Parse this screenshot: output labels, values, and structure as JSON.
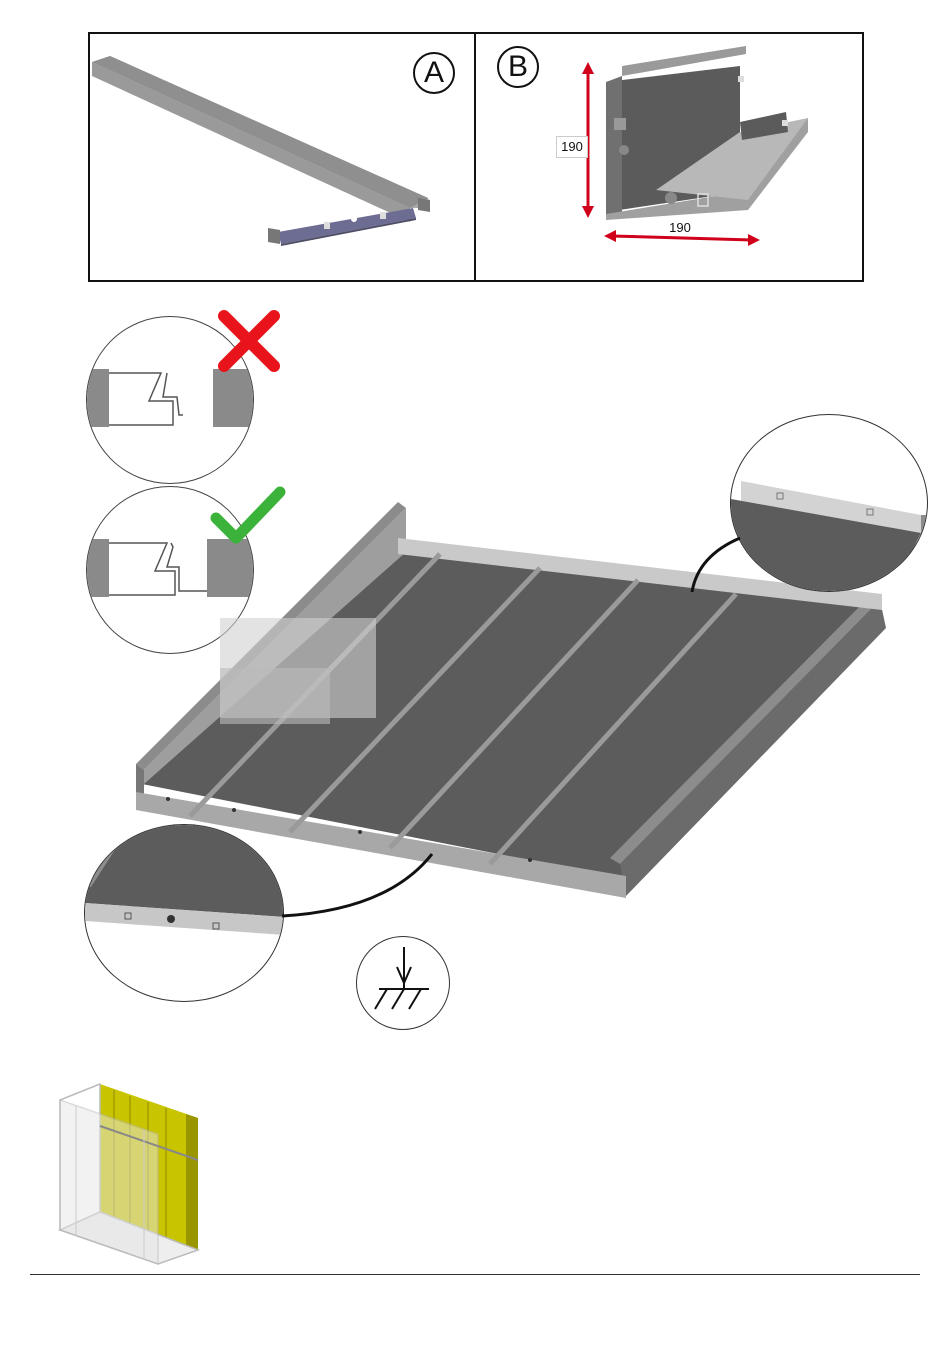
{
  "panel_a": {
    "label": "A"
  },
  "panel_b": {
    "label": "B",
    "height_dim": "190",
    "width_dim": "190"
  },
  "colors": {
    "steel": "#8a8a8a",
    "steel_dark": "#5e5e5e",
    "dim_arrow": "#d0021b",
    "wrong": "#e8131b",
    "correct": "#3bb33a",
    "highlight": "#c8c400"
  },
  "icons": {
    "wrong": "cross-icon",
    "correct": "checkmark-icon",
    "ground": "ground-symbol-icon"
  }
}
